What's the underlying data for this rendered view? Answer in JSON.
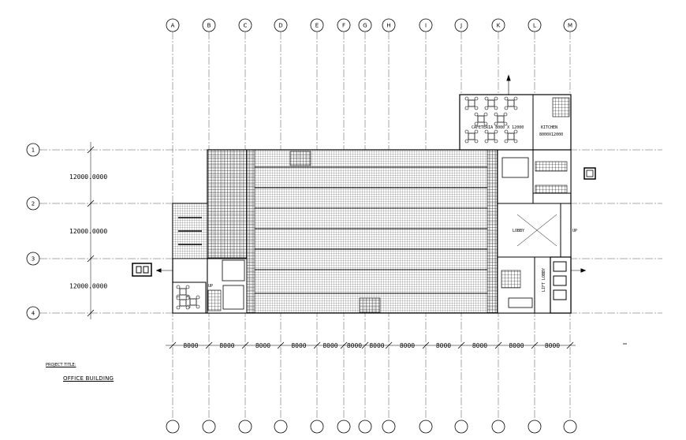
{
  "columns": [
    "A",
    "B",
    "C",
    "D",
    "E",
    "F",
    "G",
    "H",
    "I",
    "J",
    "K",
    "L",
    "M"
  ],
  "rows": [
    "1",
    "2",
    "3",
    "4"
  ],
  "row_spacings": [
    "12000.0000",
    "12000.0000",
    "12000.0000"
  ],
  "bay_widths": [
    "8000",
    "8000",
    "8000",
    "8000",
    "8000",
    "8000",
    "8000",
    "8000",
    "8000",
    "8000",
    "8000",
    "8000"
  ],
  "rooms": {
    "cafeteria": "CAFETERIA 8000 X 12000",
    "kitchen": "KITCHEN",
    "kitchen_size": "8000X12000",
    "lobby": "LOBBY",
    "lift_lobby": "LIFT LOBBY",
    "up": "UP"
  },
  "project": {
    "label": "PROJECT TITLE:",
    "title": "OFFICE BUILDING"
  },
  "colors": {
    "line": "#000000",
    "grid": "#555555",
    "background": "#ffffff"
  }
}
